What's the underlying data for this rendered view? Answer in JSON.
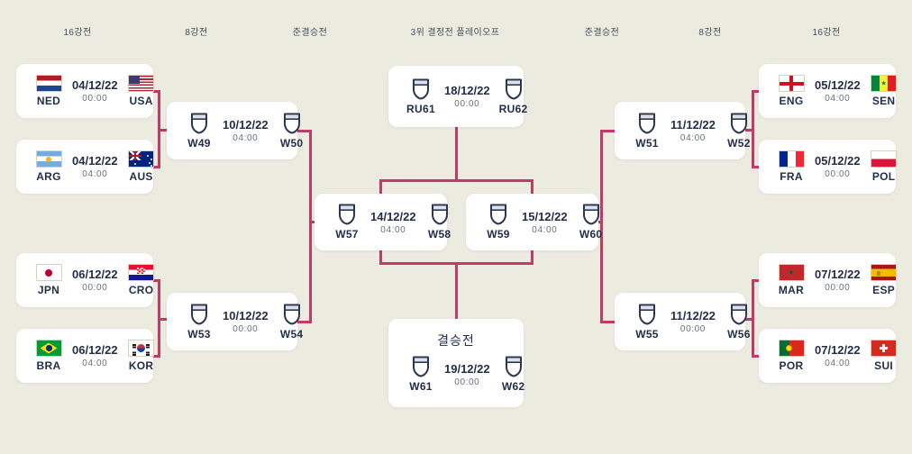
{
  "header": [
    "16강전",
    "8강전",
    "준결승전",
    "3위 결정전 플레이오프",
    "준결승전",
    "8강전",
    "16강전"
  ],
  "colors": {
    "background": "#ECEBE0",
    "connector": "#C23A68",
    "card": "#FFFFFF",
    "text_dark": "#232E4A",
    "text_muted": "#68707F"
  },
  "matches": {
    "r16_left": [
      {
        "home": {
          "code": "NED",
          "flag": "ned"
        },
        "away": {
          "code": "USA",
          "flag": "usa"
        },
        "date": "04/12/22",
        "time": "00:00"
      },
      {
        "home": {
          "code": "ARG",
          "flag": "arg"
        },
        "away": {
          "code": "AUS",
          "flag": "aus"
        },
        "date": "04/12/22",
        "time": "04:00"
      },
      {
        "home": {
          "code": "JPN",
          "flag": "jpn"
        },
        "away": {
          "code": "CRO",
          "flag": "cro"
        },
        "date": "06/12/22",
        "time": "00:00"
      },
      {
        "home": {
          "code": "BRA",
          "flag": "bra"
        },
        "away": {
          "code": "KOR",
          "flag": "kor"
        },
        "date": "06/12/22",
        "time": "04:00"
      }
    ],
    "qf_left": [
      {
        "home": "W49",
        "away": "W50",
        "date": "10/12/22",
        "time": "04:00"
      },
      {
        "home": "W53",
        "away": "W54",
        "date": "10/12/22",
        "time": "00:00"
      }
    ],
    "sf": [
      {
        "home": "W57",
        "away": "W58",
        "date": "14/12/22",
        "time": "04:00"
      },
      {
        "home": "W59",
        "away": "W60",
        "date": "15/12/22",
        "time": "04:00"
      }
    ],
    "third_place": {
      "home": "RU61",
      "away": "RU62",
      "date": "18/12/22",
      "time": "00:00"
    },
    "final": {
      "title": "결승전",
      "home": "W61",
      "away": "W62",
      "date": "19/12/22",
      "time": "00:00"
    },
    "qf_right": [
      {
        "home": "W51",
        "away": "W52",
        "date": "11/12/22",
        "time": "04:00"
      },
      {
        "home": "W55",
        "away": "W56",
        "date": "11/12/22",
        "time": "00:00"
      }
    ],
    "r16_right": [
      {
        "home": {
          "code": "ENG",
          "flag": "eng"
        },
        "away": {
          "code": "SEN",
          "flag": "sen"
        },
        "date": "05/12/22",
        "time": "04:00"
      },
      {
        "home": {
          "code": "FRA",
          "flag": "fra"
        },
        "away": {
          "code": "POL",
          "flag": "pol"
        },
        "date": "05/12/22",
        "time": "00:00"
      },
      {
        "home": {
          "code": "MAR",
          "flag": "mar"
        },
        "away": {
          "code": "ESP",
          "flag": "esp"
        },
        "date": "07/12/22",
        "time": "00:00"
      },
      {
        "home": {
          "code": "POR",
          "flag": "por"
        },
        "away": {
          "code": "SUI",
          "flag": "sui"
        },
        "date": "07/12/22",
        "time": "04:00"
      }
    ]
  }
}
